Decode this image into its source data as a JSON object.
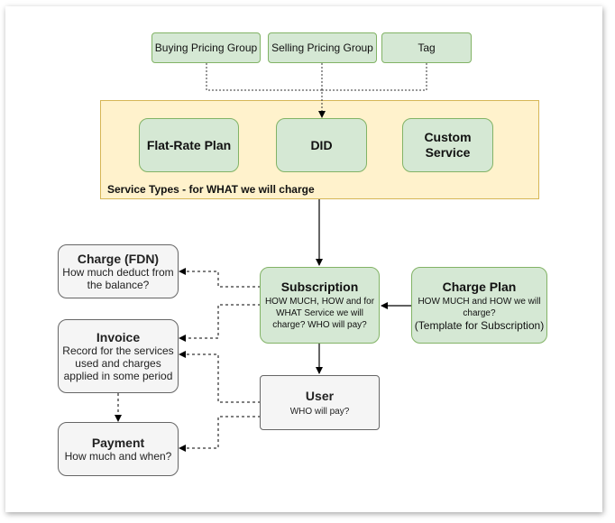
{
  "colors": {
    "green_fill": "#d5e8d4",
    "green_stroke": "#82b366",
    "yellow_fill": "#fff2cc",
    "yellow_stroke": "#d6b656",
    "grey_fill": "#f5f5f5",
    "grey_stroke": "#666666"
  },
  "tags": {
    "buying": "Buying Pricing Group",
    "selling": "Selling Pricing Group",
    "tag": "Tag"
  },
  "service_types": {
    "label": "Service Types - for WHAT we will charge",
    "flat_rate": "Flat-Rate Plan",
    "did": "DID",
    "custom": "Custom Service"
  },
  "charge_fdn": {
    "title": "Charge (FDN)",
    "desc": "How much deduct from the balance?"
  },
  "invoice": {
    "title": "Invoice",
    "desc": "Record for the services used and charges applied in some period"
  },
  "payment": {
    "title": "Payment",
    "desc": "How much and when?"
  },
  "subscription": {
    "title": "Subscription",
    "desc": "HOW MUCH, HOW and for WHAT Service we will charge? WHO will pay?"
  },
  "charge_plan": {
    "title": "Charge Plan",
    "desc": "HOW MUCH and HOW we will charge?",
    "note": "(Template for Subscription)"
  },
  "user": {
    "title": "User",
    "desc": "WHO will pay?"
  }
}
